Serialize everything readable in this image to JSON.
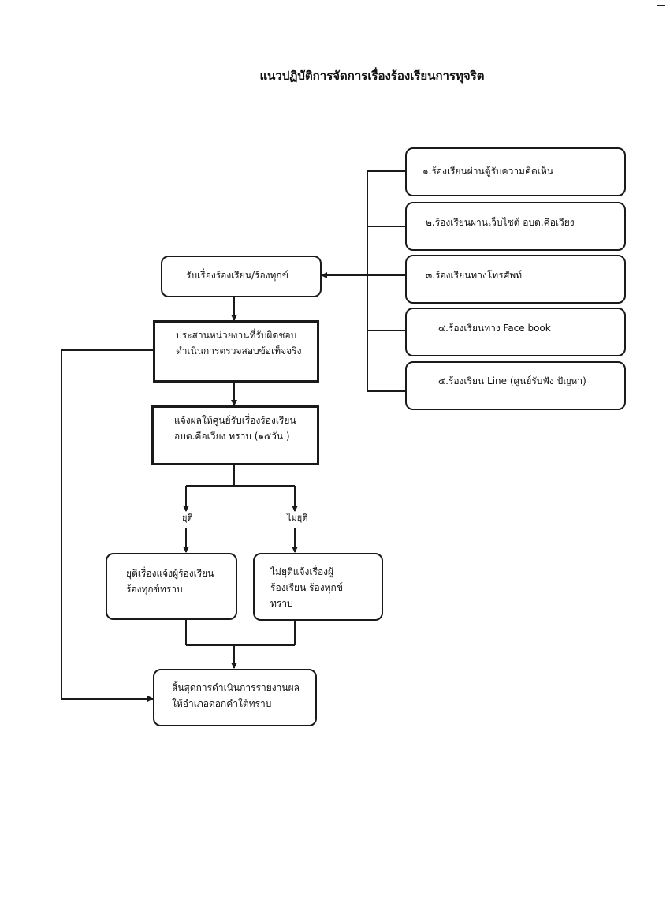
{
  "title": "แนวปฏิบัติการจัดการเรื่องร้องเรียนการทุจริต",
  "channels": [
    "๑.ร้องเรียนผ่านตู้รับความคิดเห็น",
    "๒.ร้องเรียนผ่านเว็บไซต์ อบต.คือเวียง",
    "๓.ร้องเรียนทางโทรศัพท์",
    "๔.ร้องเรียนทาง Face book",
    "๕.ร้องเรียน Line (ศูนย์รับฟัง ปัญหา)"
  ],
  "steps": {
    "receive": "รับเรื่องร้องเรียน/ร้องทุกข์",
    "coordinate": "ประสานหน่วยงานที่รับผิดชอบ\nดำเนินการตรวจสอบข้อเท็จจริง",
    "report": "แจ้งผลให้ศูนย์รับเรื่องร้องเรียน\nอบต.คือเวียง ทราบ (๑๕วัน )",
    "end_case": "ยุติเรื่องแจ้งผู้ร้องเรียน\nร้องทุกข์ทราบ",
    "not_end_case": "ไม่ยุติแจ้งเรื่องผู้\nร้องเรียน ร้องทุกข์\nทราบ",
    "finish": "สิ้นสุดการดำเนินการรายงานผล\nให้อำเภอดอกคำใต้ทราบ"
  },
  "branches": {
    "end_label": "ยุติ",
    "not_end_label": "ไม่ยุติ"
  },
  "colors": {
    "line": "#1a1a1a",
    "paper": "#ffffff"
  }
}
